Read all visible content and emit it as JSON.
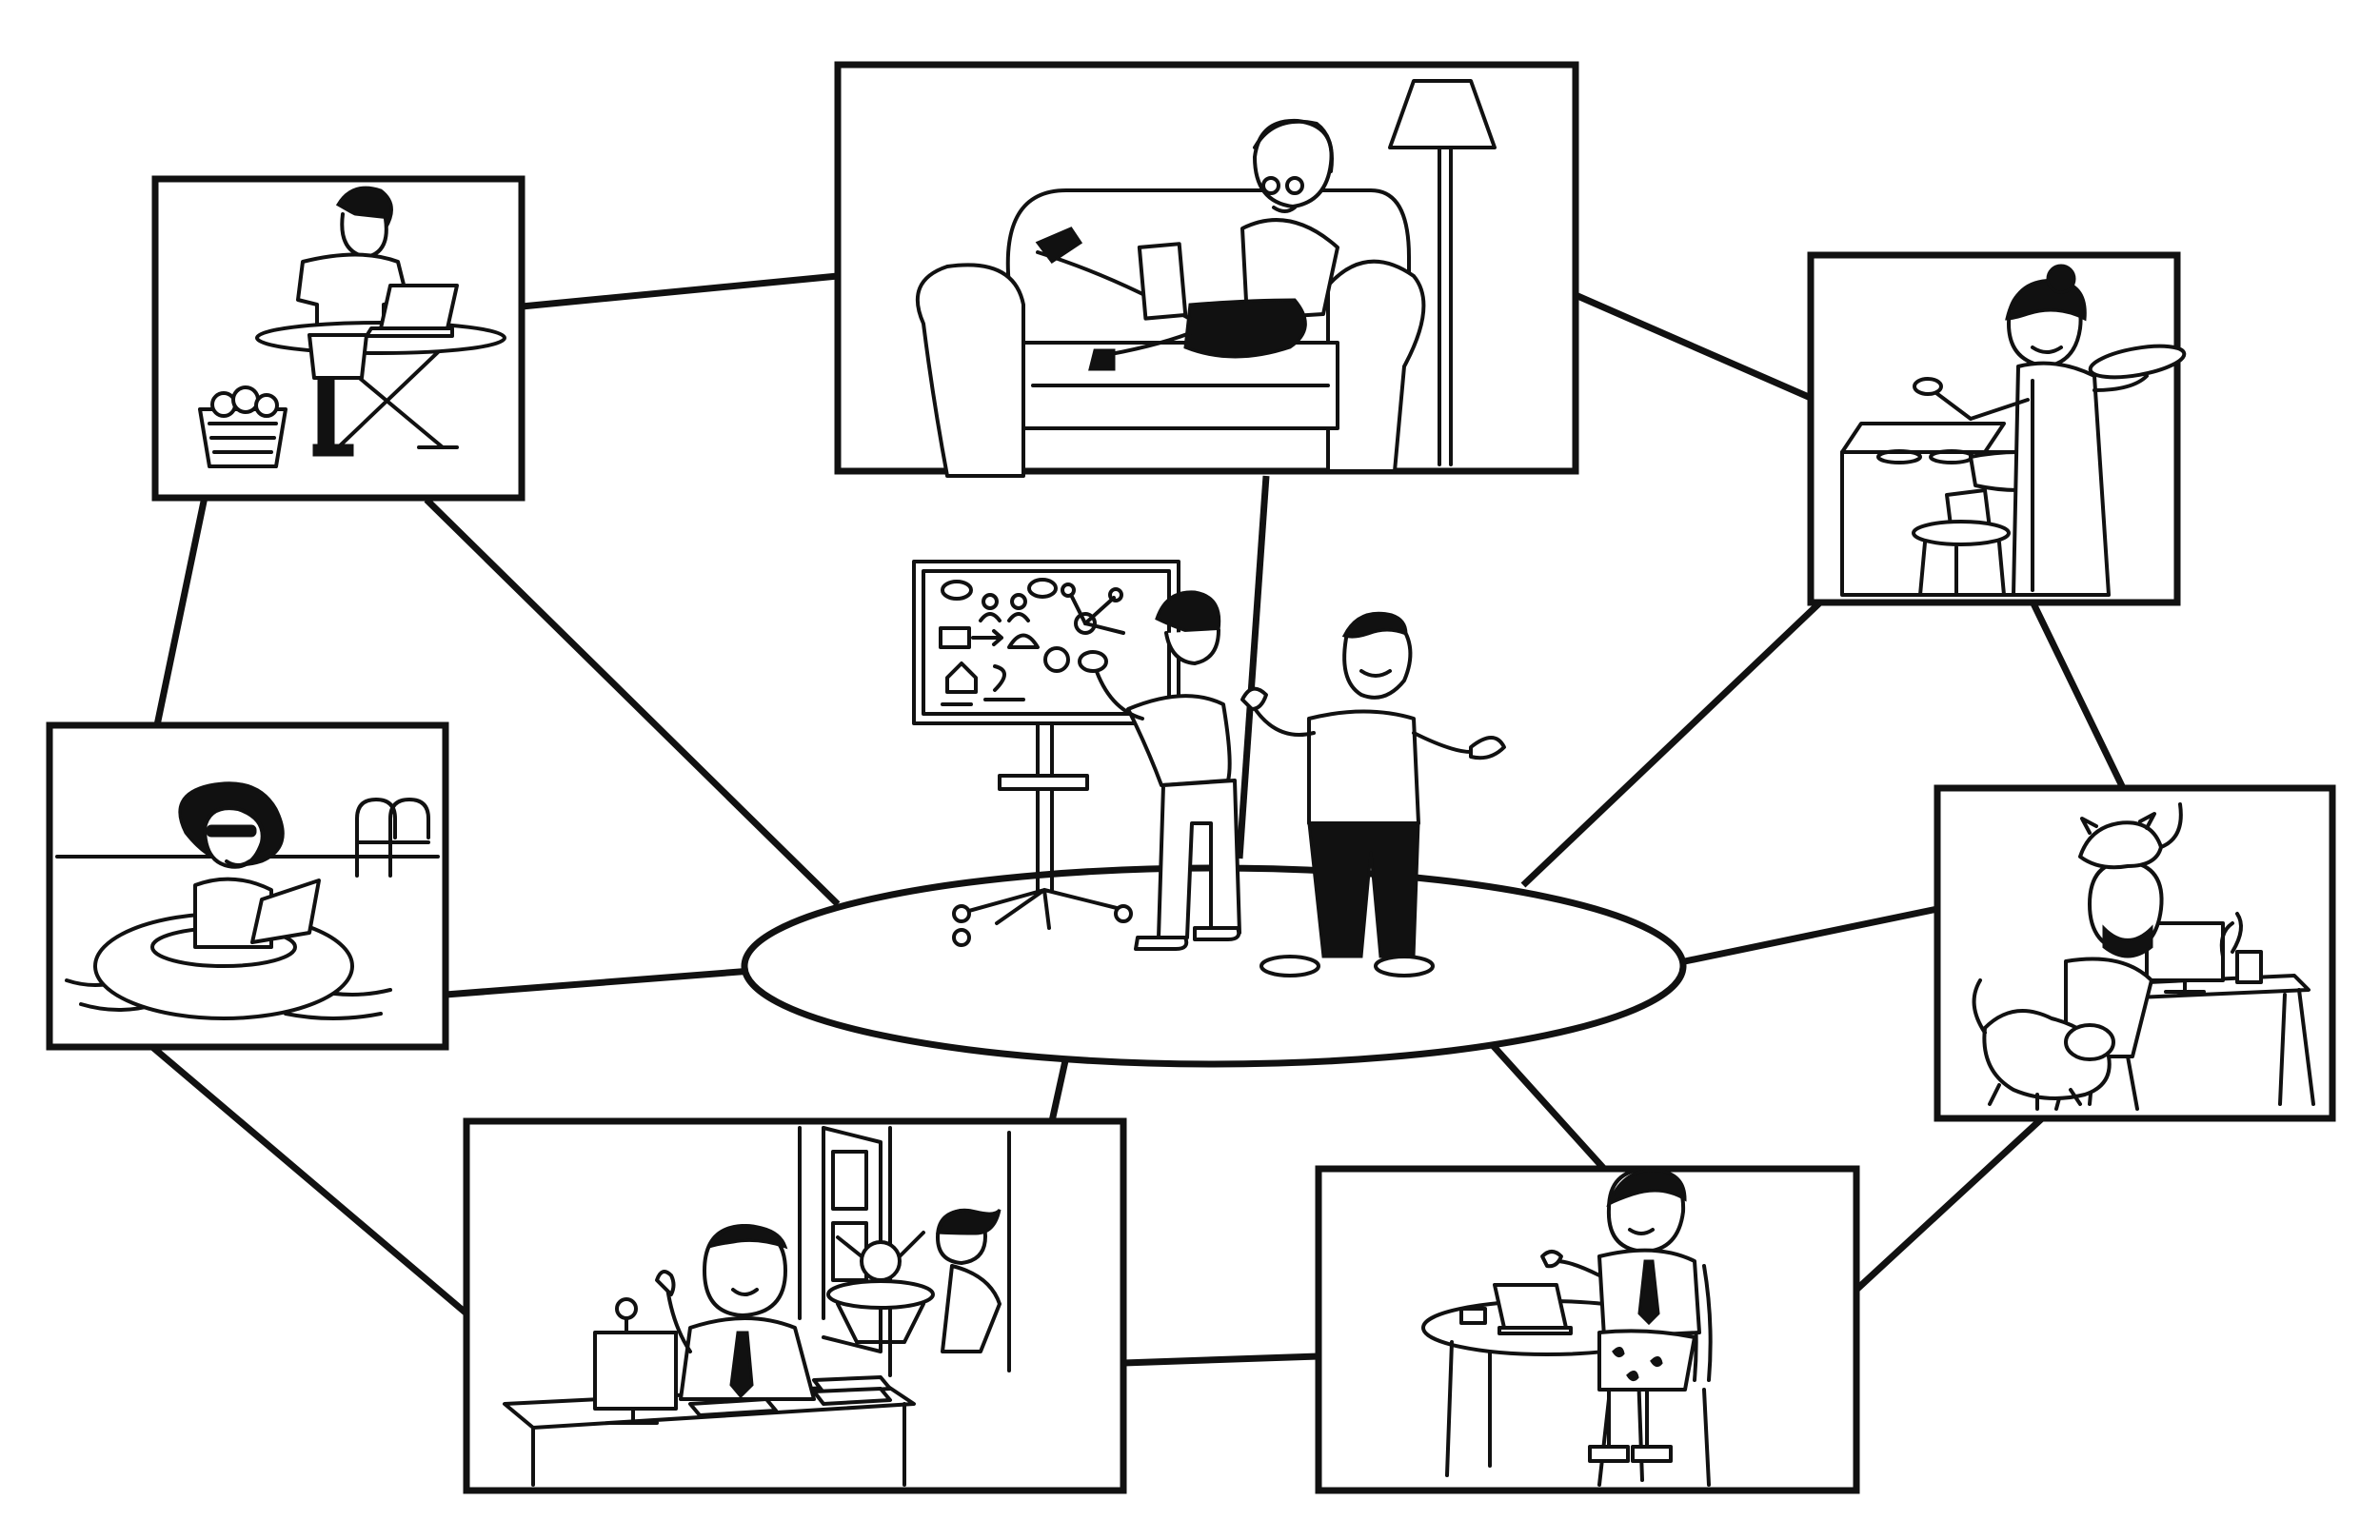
{
  "palette": {
    "ink": "#111111",
    "paper": "#ffffff"
  },
  "hub": {
    "description_icon": "whiteboard-presenters-icon",
    "people": [
      "presenter-drawing",
      "presenter-gesturing"
    ]
  },
  "panels": [
    {
      "id": "ironing",
      "icon": "ironing-board-laptop-icon"
    },
    {
      "id": "couch",
      "icon": "couch-tablet-icon"
    },
    {
      "id": "cooking",
      "icon": "kitchen-cooking-tablet-icon"
    },
    {
      "id": "pool",
      "icon": "pool-float-laptop-icon"
    },
    {
      "id": "pets",
      "icon": "desk-cat-dog-icon"
    },
    {
      "id": "kids",
      "icon": "desk-kids-playing-icon"
    },
    {
      "id": "dining",
      "icon": "dining-table-boxers-icon"
    }
  ]
}
